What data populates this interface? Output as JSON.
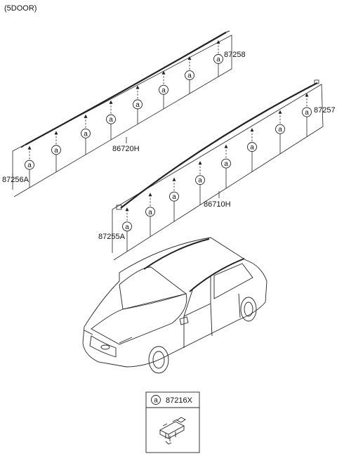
{
  "header": {
    "variant": "(5DOOR)"
  },
  "parts": {
    "upper_molding": "86720H",
    "upper_end_cap_front": "87256A",
    "upper_end_cap_rear": "87258",
    "lower_molding": "86710H",
    "lower_end_cap_front": "87255A",
    "lower_end_cap_rear": "87257"
  },
  "clip_symbol": "a",
  "legend": {
    "symbol": "a",
    "part_no": "87216X"
  }
}
